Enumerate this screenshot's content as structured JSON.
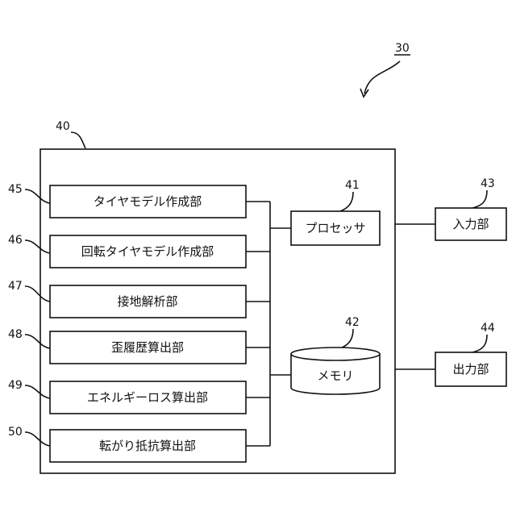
{
  "labels": {
    "system_ref": "30",
    "device_ref": "40",
    "processor_ref": "41",
    "memory_ref": "42",
    "input_ref": "43",
    "output_ref": "44",
    "units": [
      {
        "ref": "45",
        "label": "タイヤモデル作成部"
      },
      {
        "ref": "46",
        "label": "回転タイヤモデル作成部"
      },
      {
        "ref": "47",
        "label": "接地解析部"
      },
      {
        "ref": "48",
        "label": "歪履歴算出部"
      },
      {
        "ref": "49",
        "label": "エネルギーロス算出部"
      },
      {
        "ref": "50",
        "label": "転がり抵抗算出部"
      }
    ],
    "processor": "プロセッサ",
    "memory": "メモリ",
    "input": "入力部",
    "output": "出力部"
  }
}
